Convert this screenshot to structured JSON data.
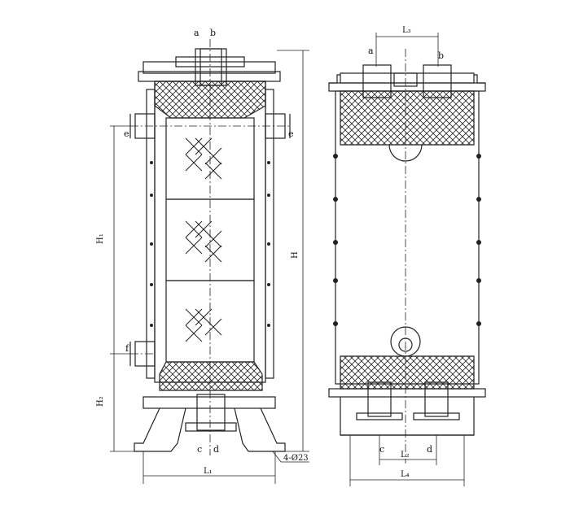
{
  "labels": {
    "a_left": "a",
    "b_left": "b",
    "e_left": "e",
    "e_right": "e",
    "f_left": "f",
    "c_left": "c",
    "d_left": "d",
    "H": "H",
    "H1": "H₁",
    "H2": "H₂",
    "L1": "L₁",
    "holes": "4-Ø23",
    "a_right": "a",
    "b_right": "b",
    "c_right": "c",
    "d_right": "d",
    "L2": "L₂",
    "L3": "L₃",
    "L4": "L₄"
  }
}
